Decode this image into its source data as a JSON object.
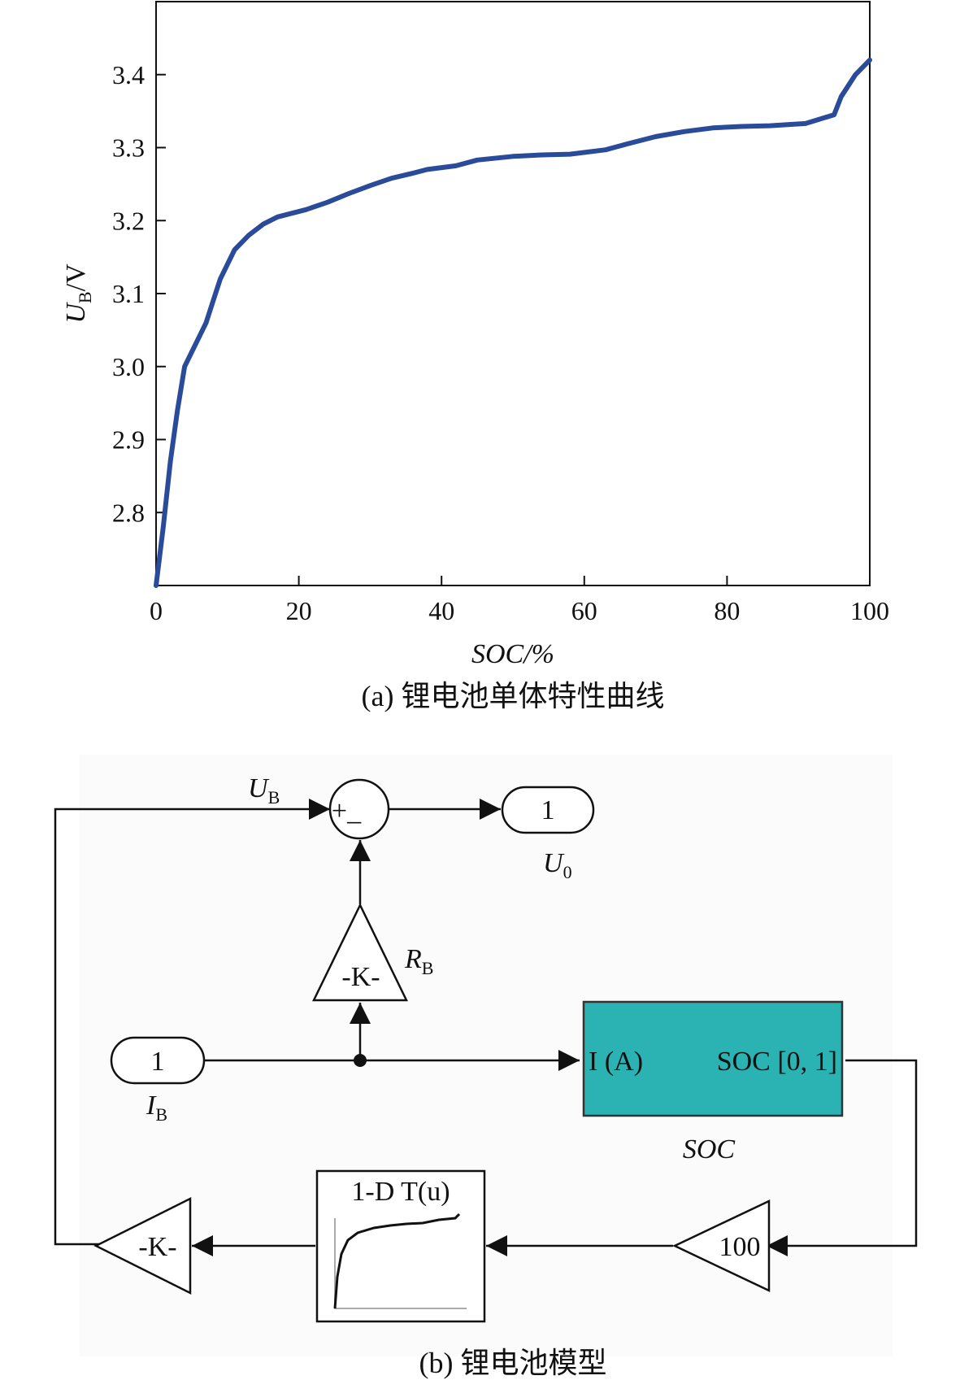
{
  "chart_data": {
    "type": "line",
    "xlabel": "SOC/%",
    "ylabel": "U",
    "ylabel_sub": "B",
    "ylabel_unit": "/V",
    "xlim": [
      0,
      100
    ],
    "ylim": [
      2.7,
      3.5
    ],
    "xticks": [
      0,
      20,
      40,
      60,
      80,
      100
    ],
    "yticks": [
      2.8,
      2.9,
      3.0,
      3.1,
      3.2,
      3.3,
      3.4
    ],
    "grid": false,
    "line_color": "#2a4a9a",
    "series": [
      {
        "x": [
          0,
          1,
          2,
          3,
          4,
          5,
          6,
          7,
          8,
          9,
          10,
          11,
          13,
          15,
          17,
          19,
          21,
          24,
          27,
          30,
          33,
          36,
          38,
          42,
          45,
          50,
          54,
          58,
          63,
          66,
          70,
          74,
          78,
          82,
          86,
          91,
          95,
          96,
          97,
          98,
          99,
          100
        ],
        "y": [
          2.7,
          2.78,
          2.87,
          2.94,
          3.0,
          3.02,
          3.04,
          3.06,
          3.09,
          3.12,
          3.14,
          3.16,
          3.18,
          3.195,
          3.205,
          3.21,
          3.215,
          3.225,
          3.237,
          3.248,
          3.258,
          3.265,
          3.27,
          3.275,
          3.283,
          3.288,
          3.29,
          3.291,
          3.297,
          3.305,
          3.315,
          3.322,
          3.327,
          3.329,
          3.33,
          3.333,
          3.345,
          3.37,
          3.385,
          3.4,
          3.41,
          3.42
        ]
      }
    ],
    "caption": "(a) 锂电池单体特性曲线"
  },
  "diagram": {
    "caption": "(b) 锂电池模型",
    "sum_signs": "+_",
    "outport_label": "1",
    "outport_name": "U",
    "outport_sub": "0",
    "inport_label": "1",
    "inport_name": "I",
    "inport_sub": "B",
    "ub_name": "U",
    "ub_sub": "B",
    "gain_rb_label": "-K-",
    "rb_name": "R",
    "rb_sub": "B",
    "soc_in_label": "I (A)",
    "soc_out_label": "SOC [0, 1]",
    "soc_block_name": "SOC",
    "soc_block_color": "#2bb3b3",
    "gain_100_label": "100",
    "lookup_label": "1-D T(u)",
    "gain_k2_label": "-K-"
  }
}
